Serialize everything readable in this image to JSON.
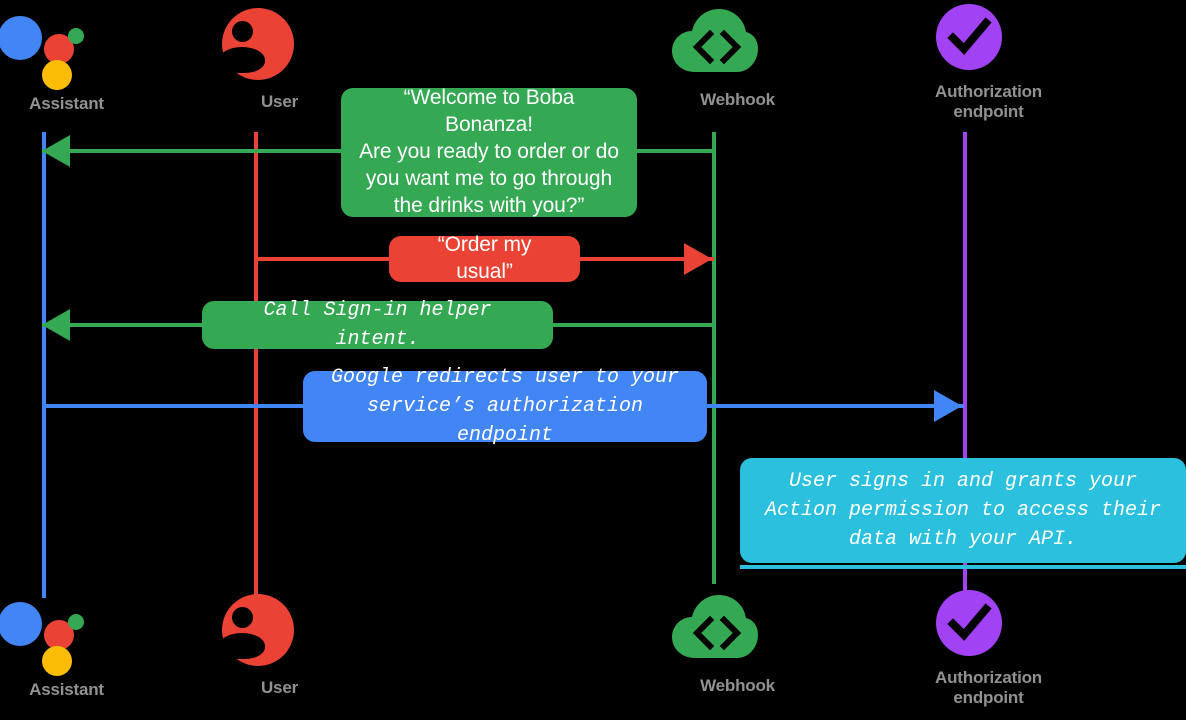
{
  "diagram": {
    "title": "Account linking sequence diagram",
    "background": "#000000",
    "colors": {
      "assistant_blue": "#4285f4",
      "user_red": "#ea4335",
      "webhook_green": "#34a853",
      "auth_purple": "#a142f4",
      "signin_cyan": "#2bc0de",
      "label_gray": "#919191",
      "google_yellow": "#fbbc05"
    }
  },
  "actors": [
    {
      "id": "assistant",
      "label": "Assistant",
      "icon": "google-assistant-dots-icon",
      "lifeline_color": "#4285f4"
    },
    {
      "id": "user",
      "label": "User",
      "icon": "user-avatar-icon",
      "lifeline_color": "#ea4335"
    },
    {
      "id": "webhook",
      "label": "Webhook",
      "icon": "cloud-code-icon",
      "lifeline_color": "#34a853"
    },
    {
      "id": "authorization",
      "label_line1": "Authorization",
      "label_line2": "endpoint",
      "label": "Authorization endpoint",
      "icon": "purple-checkmark-icon",
      "lifeline_color": "#a142f4"
    }
  ],
  "messages": [
    {
      "id": "welcome",
      "from": "webhook",
      "to": "user",
      "direction": "left",
      "color": "#34a853",
      "font": "sans",
      "lines": [
        "“Welcome to Boba Bonanza!",
        "Are you ready to order or do",
        "you want me to go through",
        "the drinks with you?”"
      ]
    },
    {
      "id": "order-my-usual",
      "from": "user",
      "to": "webhook",
      "direction": "right",
      "color": "#ea4335",
      "font": "sans",
      "lines": [
        "“Order my usual”"
      ]
    },
    {
      "id": "signin-helper",
      "from": "webhook",
      "to": "assistant",
      "direction": "left",
      "color": "#34a853",
      "font": "mono",
      "lines": [
        "Call Sign-in helper intent."
      ]
    },
    {
      "id": "google-redirect",
      "from": "assistant",
      "to": "authorization",
      "direction": "right",
      "color": "#4285f4",
      "font": "mono",
      "lines": [
        "Google redirects user to your",
        "service’s authorization endpoint"
      ]
    },
    {
      "id": "user-signs-in",
      "from": "authorization",
      "to": "note",
      "direction": "none",
      "color": "#2bc0de",
      "font": "mono",
      "lines": [
        "User signs in and grants your",
        "Action permission to access their",
        "data with your API."
      ]
    }
  ]
}
